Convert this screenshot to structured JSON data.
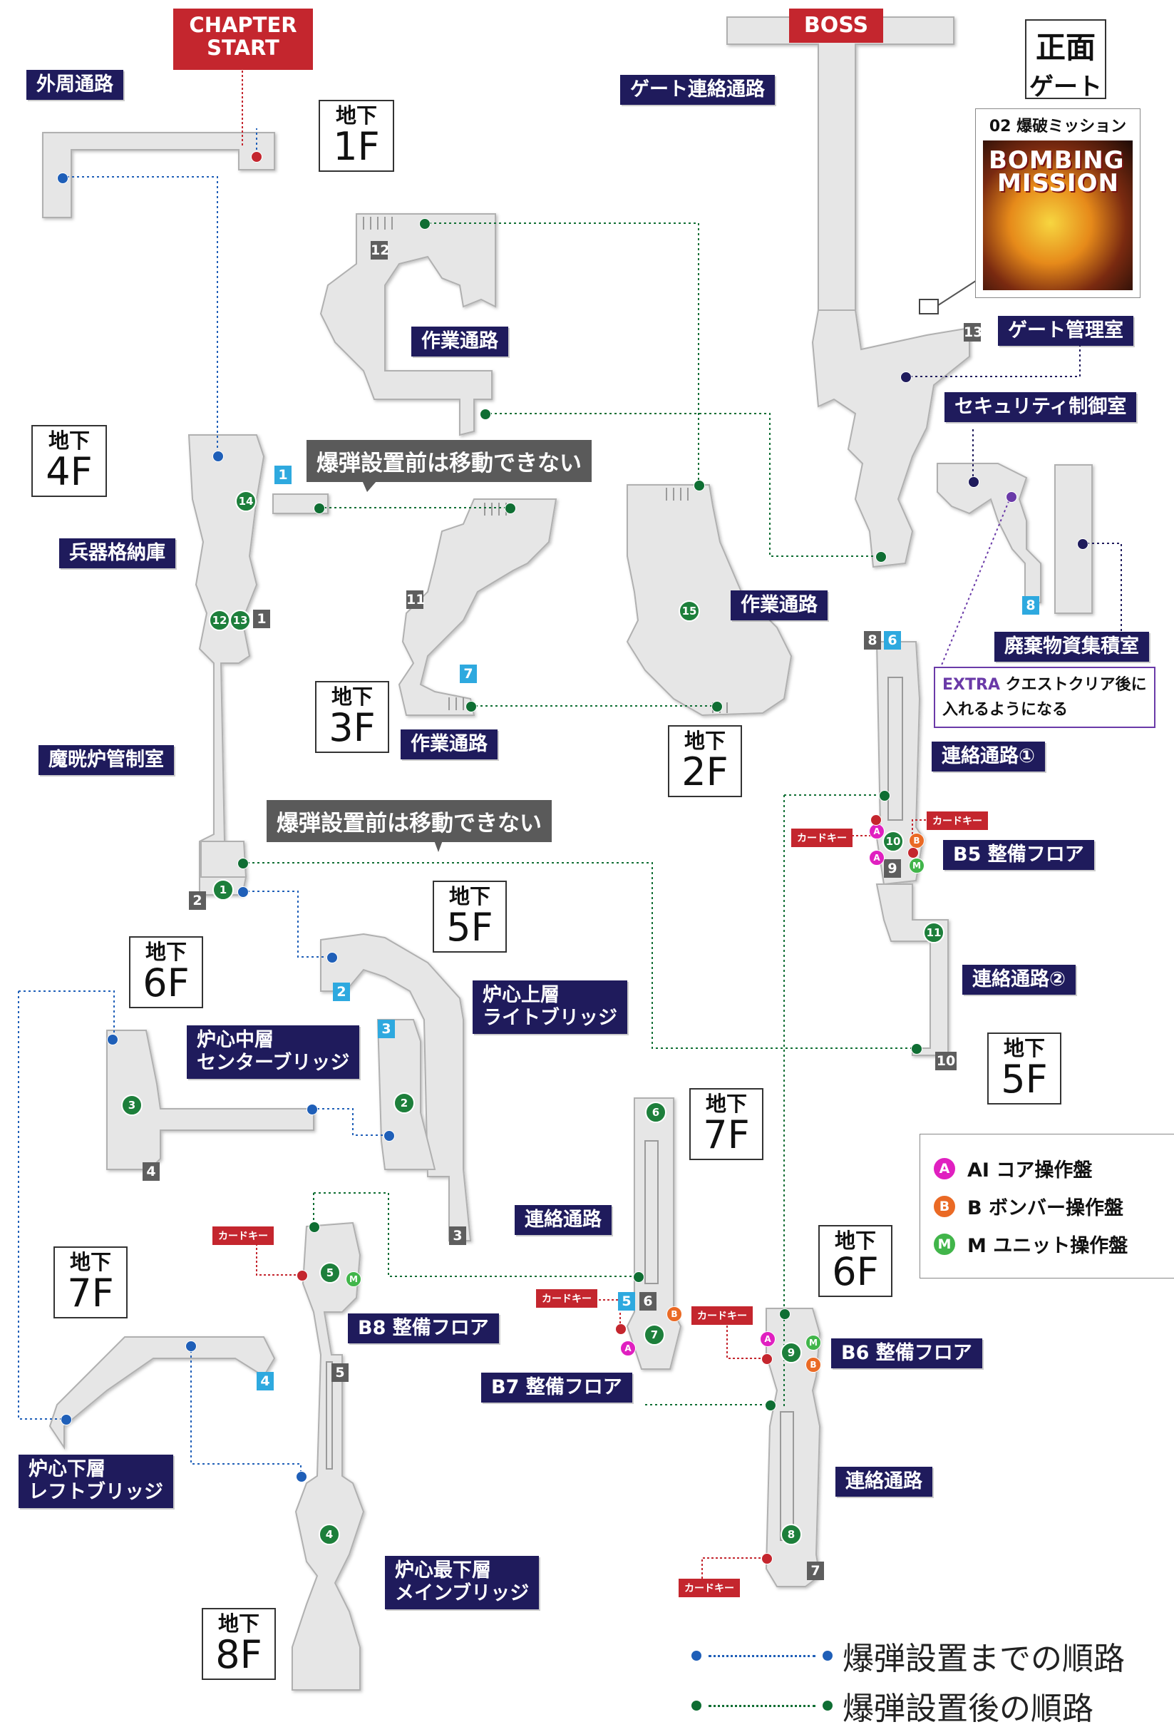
{
  "labels": {
    "outer_corridor": "外周通路",
    "gate_corridor": "ゲート連絡通路",
    "gate_control_room": "ゲート管理室",
    "security_control_room": "セキュリティ制御室",
    "work_corridor_a": "作業通路",
    "work_corridor_b": "作業通路",
    "work_corridor_c": "作業通路",
    "weapon_storage": "兵器格納庫",
    "waste_storage": "廃棄物資集積室",
    "mako_control": "魔晄炉管制室",
    "connect1": "連絡通路①",
    "connect2": "連絡通路②",
    "b5_maint": "B5 整備フロア",
    "core_upper_l1": "炉心上層",
    "core_upper_l2": "ライトブリッジ",
    "core_mid_l1": "炉心中層",
    "core_mid_l2": "センターブリッジ",
    "core_lower_l1": "炉心下層",
    "core_lower_l2": "レフトブリッジ",
    "core_bottom_l1": "炉心最下層",
    "core_bottom_l2": "メインブリッジ",
    "connect_7f": "連絡通路",
    "connect_6f": "連絡通路",
    "b8_maint": "B8 整備フロア",
    "b7_maint": "B7 整備フロア",
    "b6_maint": "B6 整備フロア"
  },
  "floors": {
    "f1": {
      "jp": "地下",
      "num": "1F"
    },
    "f4": {
      "jp": "地下",
      "num": "4F"
    },
    "f3": {
      "jp": "地下",
      "num": "3F"
    },
    "f2": {
      "jp": "地下",
      "num": "2F"
    },
    "f5a": {
      "jp": "地下",
      "num": "5F"
    },
    "f6a": {
      "jp": "地下",
      "num": "6F"
    },
    "f5b": {
      "jp": "地下",
      "num": "5F"
    },
    "f7a": {
      "jp": "地下",
      "num": "7F"
    },
    "f7b": {
      "jp": "地下",
      "num": "7F"
    },
    "f6b": {
      "jp": "地下",
      "num": "6F"
    },
    "f8": {
      "jp": "地下",
      "num": "8F"
    }
  },
  "chapter_start_l1": "CHAPTER",
  "chapter_start_l2": "START",
  "boss": "BOSS",
  "front_gate_l1": "正面",
  "front_gate_l2": "ゲート",
  "mission": {
    "title": "02 爆破ミッション",
    "img_text_1": "BOMBING",
    "img_text_2": "MISSION"
  },
  "notes": {
    "no_move_1": "爆弾設置前は移動できない",
    "no_move_2": "爆弾設置前は移動できない"
  },
  "extra": {
    "tag": "EXTRA",
    "line1": " クエストクリア後に",
    "line2": "入れるようになる"
  },
  "card_key": "カードキー",
  "legend": {
    "a_mark": "A",
    "a_label": "AI コア操作盤",
    "b_mark": "B",
    "b_label": "B ボンバー操作盤",
    "m_mark": "M",
    "m_label": "M ユニット操作盤"
  },
  "route_legend": {
    "before": "爆弾設置までの順路",
    "after": "爆弾設置後の順路"
  },
  "gray_nums": [
    "12",
    "11",
    "1",
    "2",
    "13",
    "8",
    "9",
    "10",
    "4",
    "3",
    "5",
    "6",
    "7"
  ],
  "blue_nums": [
    "1",
    "7",
    "8",
    "6",
    "2",
    "3",
    "4",
    "5"
  ],
  "green_nums": [
    "14",
    "12",
    "13",
    "15",
    "1",
    "10",
    "11",
    "3",
    "2",
    "6",
    "5",
    "7",
    "9",
    "8",
    "4"
  ],
  "colors": {
    "label_bg": "#1f1b5c",
    "red": "#c4262e",
    "route_blue": "#1f5fb8",
    "route_green": "#0f6e33",
    "floor_gray": "#e6e6e6"
  }
}
